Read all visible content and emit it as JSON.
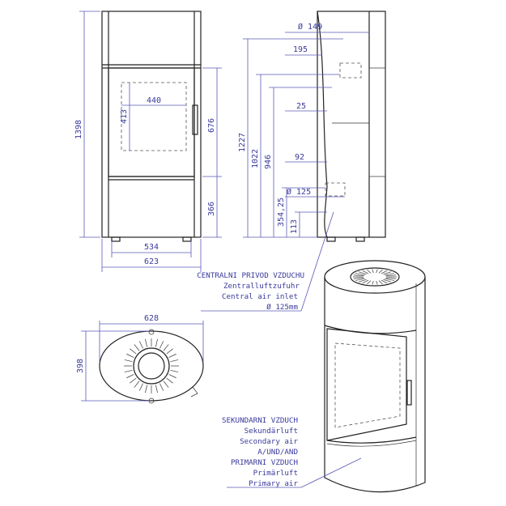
{
  "dimensions": {
    "front": {
      "height": "1398",
      "window_width": "440",
      "window_height": "413",
      "door_height": "676",
      "base_height": "366",
      "foot_width": "534",
      "total_width": "623"
    },
    "side": {
      "flue_diameter": "Ø 149",
      "flue_offset": "195",
      "rear_gap": "25",
      "outlet_height": "1227",
      "height_1022": "1022",
      "height_946": "946",
      "inlet_offset": "92",
      "inlet_diameter": "Ø 125",
      "inlet_height": "354,25",
      "bottom_height": "113"
    },
    "top": {
      "width": "628",
      "depth": "398"
    }
  },
  "notes": {
    "central_inlet": {
      "lines": [
        "CENTRALNI PRIVOD VZDUCHU",
        "Zentralluftzufuhr",
        "Central air inlet",
        "Ø 125mm"
      ]
    },
    "secondary_primary": {
      "lines": [
        "SEKUNDARNI VZDUCH",
        "Sekundärluft",
        "Secondary air",
        "A/UND/AND",
        "PRIMARNI VZDUCH",
        "Primärluft",
        "Primary air"
      ]
    }
  }
}
